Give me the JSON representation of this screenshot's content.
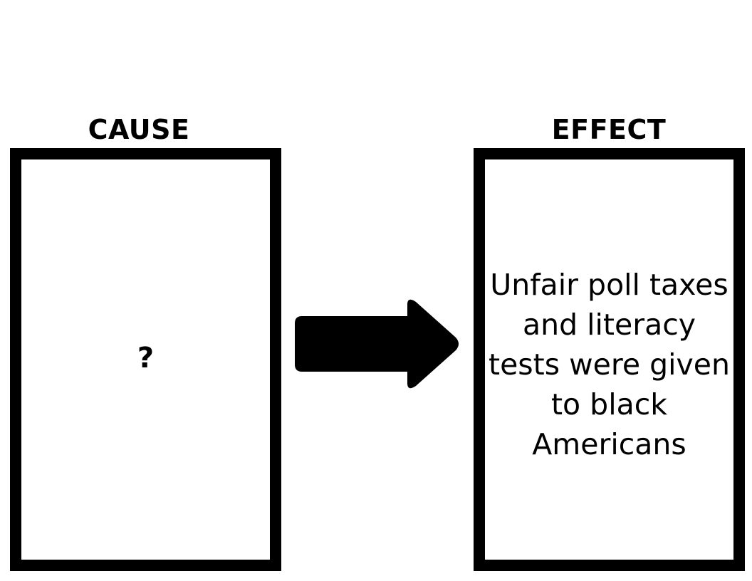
{
  "cause": {
    "heading": "CAUSE",
    "text": "?"
  },
  "effect": {
    "heading": "EFFECT",
    "text": "Unfair poll taxes and literacy tests were given to black Americans"
  },
  "arrow": {
    "icon": "right-arrow-icon",
    "color": "#000000"
  }
}
